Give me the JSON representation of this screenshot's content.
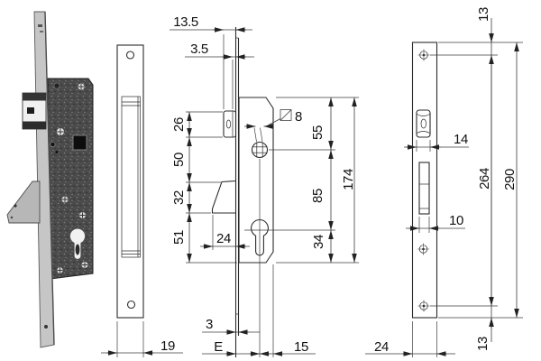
{
  "drawing": {
    "type": "technical-drawing",
    "subject": "narrow-stile mortise lock with faceplate, cross-section and strike plate views",
    "views": [
      "lock body photo",
      "faceplate front view",
      "lock cross-section with dimensions",
      "strike plate with dimensions"
    ],
    "dimensions_mm": {
      "faceplate_width": "19",
      "faceplate_thickness": "3",
      "latch_projection": "13.5",
      "latch_step": "3.5",
      "latch_height": "26",
      "latch_to_deadbolt": "50",
      "deadbolt_height": "32",
      "deadbolt_to_case_bottom": "51",
      "deadbolt_projection": "24",
      "spindle_square": "8",
      "case_top_to_spindle": "55",
      "spindle_to_cylinder": "85",
      "cylinder_to_case_bottom": "34",
      "case_height": "174",
      "backset": "E",
      "cylinder_to_case_back": "15",
      "strike_plate_width": "24",
      "strike_plate_height": "290",
      "strike_hole_spacing": "264",
      "strike_edge_to_hole": "13",
      "strike_keeper_width": "14",
      "strike_slot_width": "10"
    }
  },
  "labels": {
    "d135": "13.5",
    "d35": "3.5",
    "d26": "26",
    "d50": "50",
    "d32": "32",
    "d51": "51",
    "d24_section": "24",
    "d8": "8",
    "d55": "55",
    "d85": "85",
    "d174": "174",
    "d34": "34",
    "d3": "3",
    "dE": "E",
    "d15": "15",
    "d19": "19",
    "d13_top": "13",
    "d14": "14",
    "d264": "264",
    "d290": "290",
    "d10": "10",
    "d24_strike": "24",
    "d13_bottom": "13"
  }
}
